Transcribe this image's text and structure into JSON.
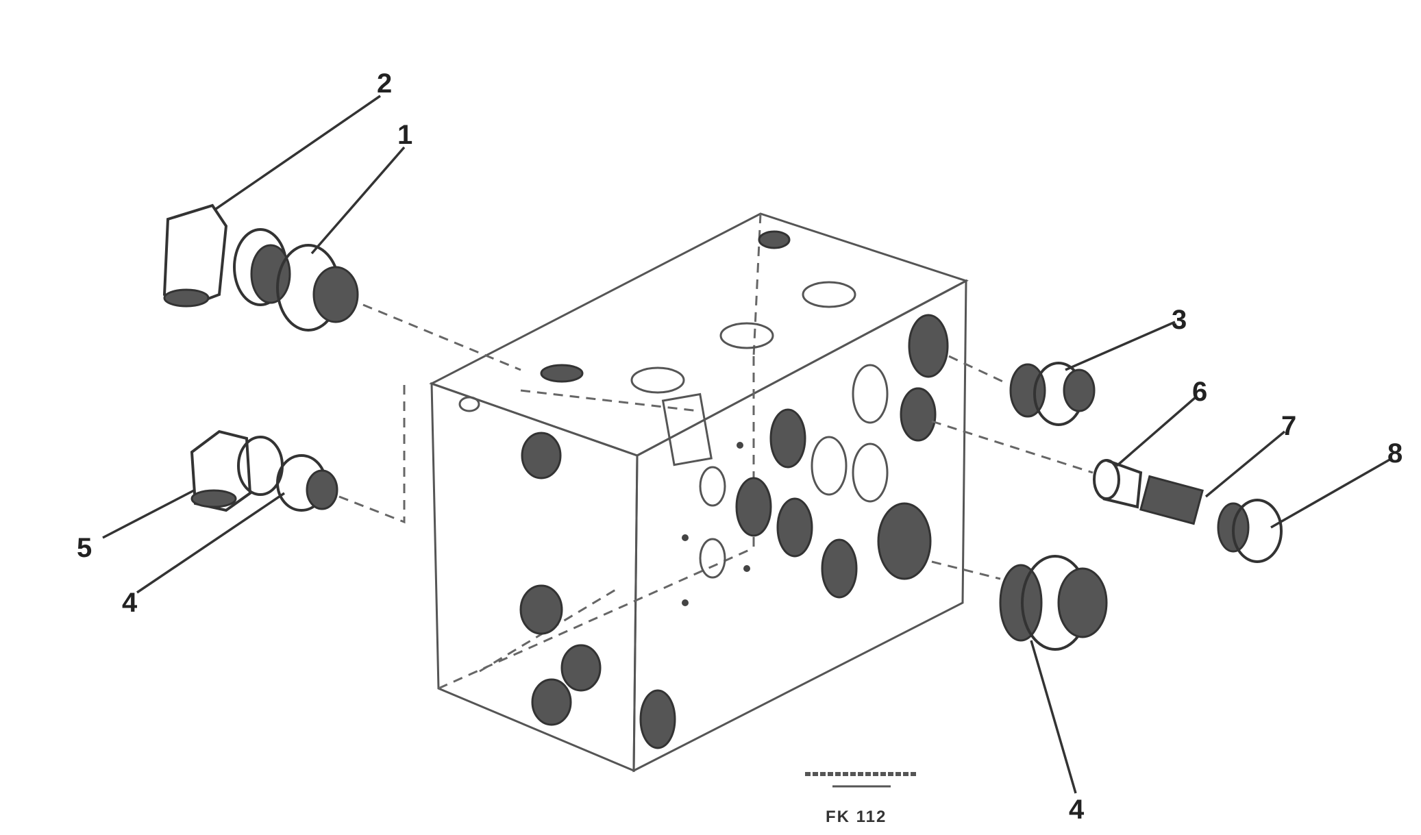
{
  "callouts": {
    "c1": "1",
    "c2": "2",
    "c3": "3",
    "c4_left": "4",
    "c4_bottom": "4",
    "c5": "5",
    "c6": "6",
    "c7": "7",
    "c8": "8"
  },
  "figure_code": "FK 112"
}
